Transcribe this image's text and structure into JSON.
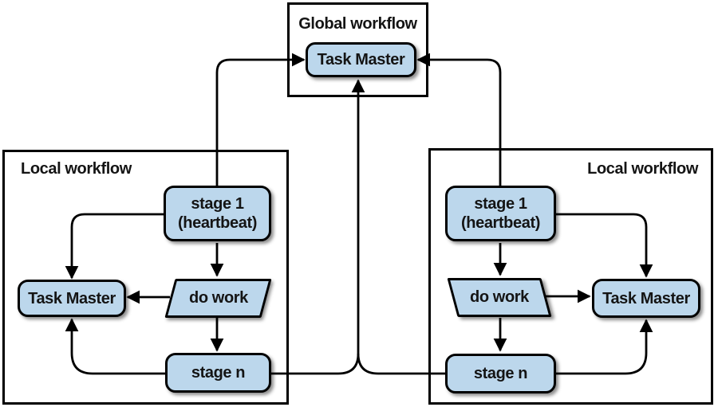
{
  "diagram": {
    "global": {
      "label": "Global workflow",
      "task_master": "Task Master"
    },
    "left": {
      "label": "Local workflow",
      "stage1": "stage 1",
      "stage1_sub": "(heartbeat)",
      "do_work": "do work",
      "task_master": "Task Master",
      "stage_n": "stage n"
    },
    "right": {
      "label": "Local workflow",
      "stage1": "stage 1",
      "stage1_sub": "(heartbeat)",
      "do_work": "do work",
      "task_master": "Task Master",
      "stage_n": "stage n"
    },
    "connections": [
      {
        "from": "left.stage1",
        "to": "left.task_master"
      },
      {
        "from": "left.stage1",
        "to": "left.do_work"
      },
      {
        "from": "left.do_work",
        "to": "left.task_master"
      },
      {
        "from": "left.do_work",
        "to": "left.stage_n"
      },
      {
        "from": "left.stage_n",
        "to": "left.task_master"
      },
      {
        "from": "left.stage1",
        "to": "global.task_master"
      },
      {
        "from": "left.stage_n",
        "to": "global.task_master"
      },
      {
        "from": "right.stage_n",
        "to": "global.task_master"
      },
      {
        "from": "right.stage1",
        "to": "global.task_master"
      },
      {
        "from": "right.stage1",
        "to": "right.task_master"
      },
      {
        "from": "right.stage1",
        "to": "right.do_work"
      },
      {
        "from": "right.do_work",
        "to": "right.task_master"
      },
      {
        "from": "right.do_work",
        "to": "right.stage_n"
      },
      {
        "from": "right.stage_n",
        "to": "right.task_master"
      }
    ],
    "colors": {
      "node_fill": "#bcd7ec",
      "node_border": "#000000",
      "line": "#000000",
      "background": "#ffffff",
      "text": "#141414"
    }
  }
}
